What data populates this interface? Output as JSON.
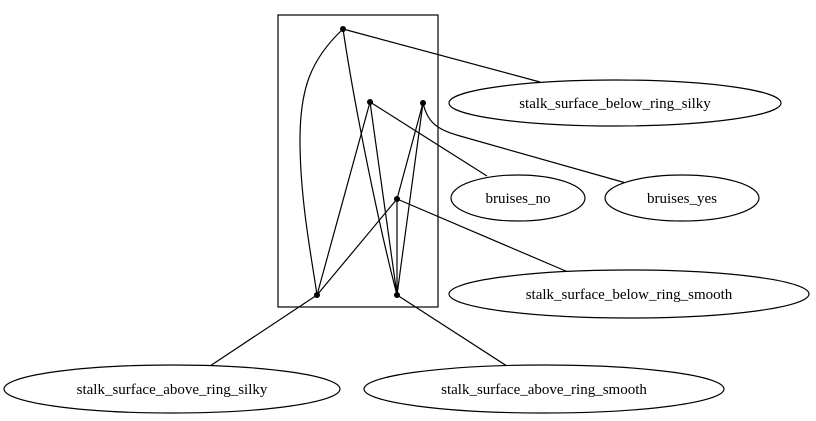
{
  "diagram": {
    "nodes": [
      {
        "id": "stalk_surface_below_ring_silky",
        "label": "stalk_surface_below_ring_silky"
      },
      {
        "id": "bruises_no",
        "label": "bruises_no"
      },
      {
        "id": "bruises_yes",
        "label": "bruises_yes"
      },
      {
        "id": "stalk_surface_below_ring_smooth",
        "label": "stalk_surface_below_ring_smooth"
      },
      {
        "id": "stalk_surface_above_ring_silky",
        "label": "stalk_surface_above_ring_silky"
      },
      {
        "id": "stalk_surface_above_ring_smooth",
        "label": "stalk_surface_above_ring_smooth"
      }
    ],
    "cluster": {
      "points": [
        "p1",
        "p2",
        "p3",
        "p4",
        "p5",
        "p6"
      ]
    },
    "edges": [
      [
        "p1",
        "stalk_surface_below_ring_silky"
      ],
      [
        "p1",
        "p5"
      ],
      [
        "p1",
        "p6"
      ],
      [
        "p2",
        "bruises_no"
      ],
      [
        "p2",
        "p5"
      ],
      [
        "p2",
        "p6"
      ],
      [
        "p3",
        "bruises_yes"
      ],
      [
        "p3",
        "p4"
      ],
      [
        "p3",
        "p6"
      ],
      [
        "p4",
        "p5"
      ],
      [
        "p4",
        "p6"
      ],
      [
        "p4",
        "stalk_surface_below_ring_smooth"
      ],
      [
        "p5",
        "stalk_surface_above_ring_silky"
      ],
      [
        "p6",
        "stalk_surface_above_ring_smooth"
      ]
    ]
  }
}
